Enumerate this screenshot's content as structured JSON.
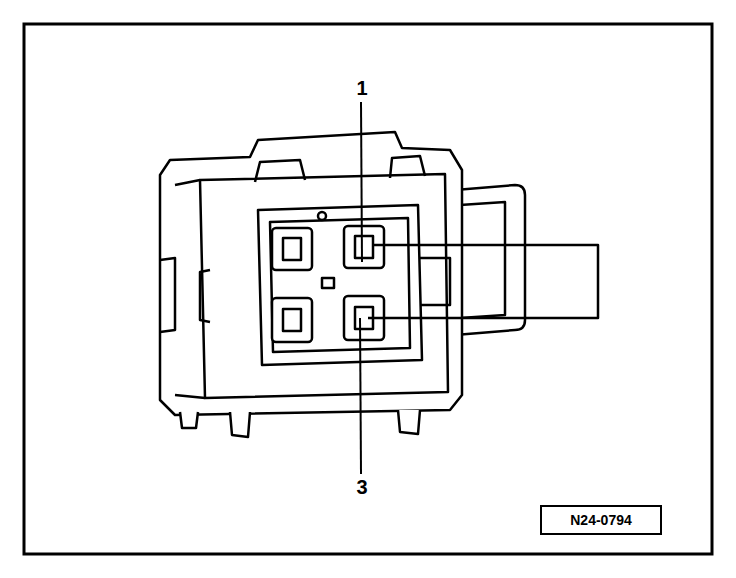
{
  "diagram": {
    "nodes": [
      {
        "text": [
          "N24-0794"
        ]
      }
    ],
    "labels": [
      "1",
      "3"
    ]
  }
}
